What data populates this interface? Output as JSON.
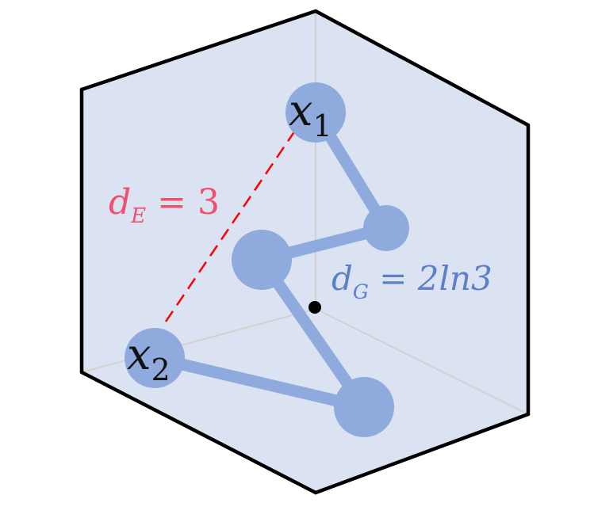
{
  "colors": {
    "face_fill": "#dbe3f2",
    "edge_stroke": "#000000",
    "hidden_edge": "#d2d2d2",
    "node_fill": "#8faadc",
    "euclid_dashed": "#ff0000",
    "euclid_label": "#f0506e",
    "geo_label": "#5b80c8",
    "node_text": "#111111",
    "center_dot": "#000000"
  },
  "nodes": {
    "x1": {
      "var": "x",
      "sub": "1"
    },
    "x2": {
      "var": "x",
      "sub": "2"
    }
  },
  "labels": {
    "euclidean": {
      "var": "d",
      "sub": "E",
      "rest": " = 3"
    },
    "geodesic": {
      "var": "d",
      "sub": "G",
      "rest": " = 2ln3"
    }
  }
}
